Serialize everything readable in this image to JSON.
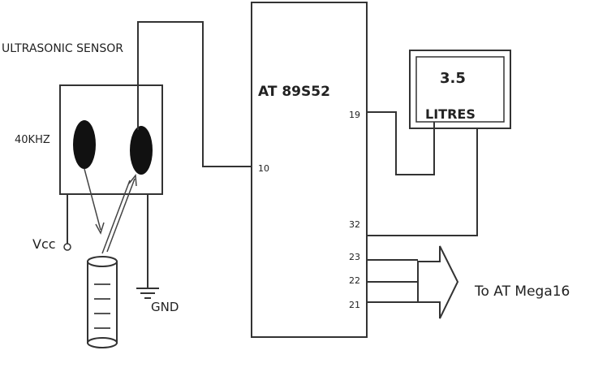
{
  "sensor": {
    "title": "ULTRASONIC SENSOR",
    "freq": "40KHZ"
  },
  "power": {
    "vcc": "Vcc",
    "gnd": "GND"
  },
  "mcu": {
    "name": "AT 89S52",
    "pins": {
      "p10": "10",
      "p19": "19",
      "p32": "32",
      "p23": "23",
      "p22": "22",
      "p21": "21"
    }
  },
  "display": {
    "value": "3.5",
    "unit": "LITRES"
  },
  "output": {
    "label": "To AT Mega16"
  }
}
